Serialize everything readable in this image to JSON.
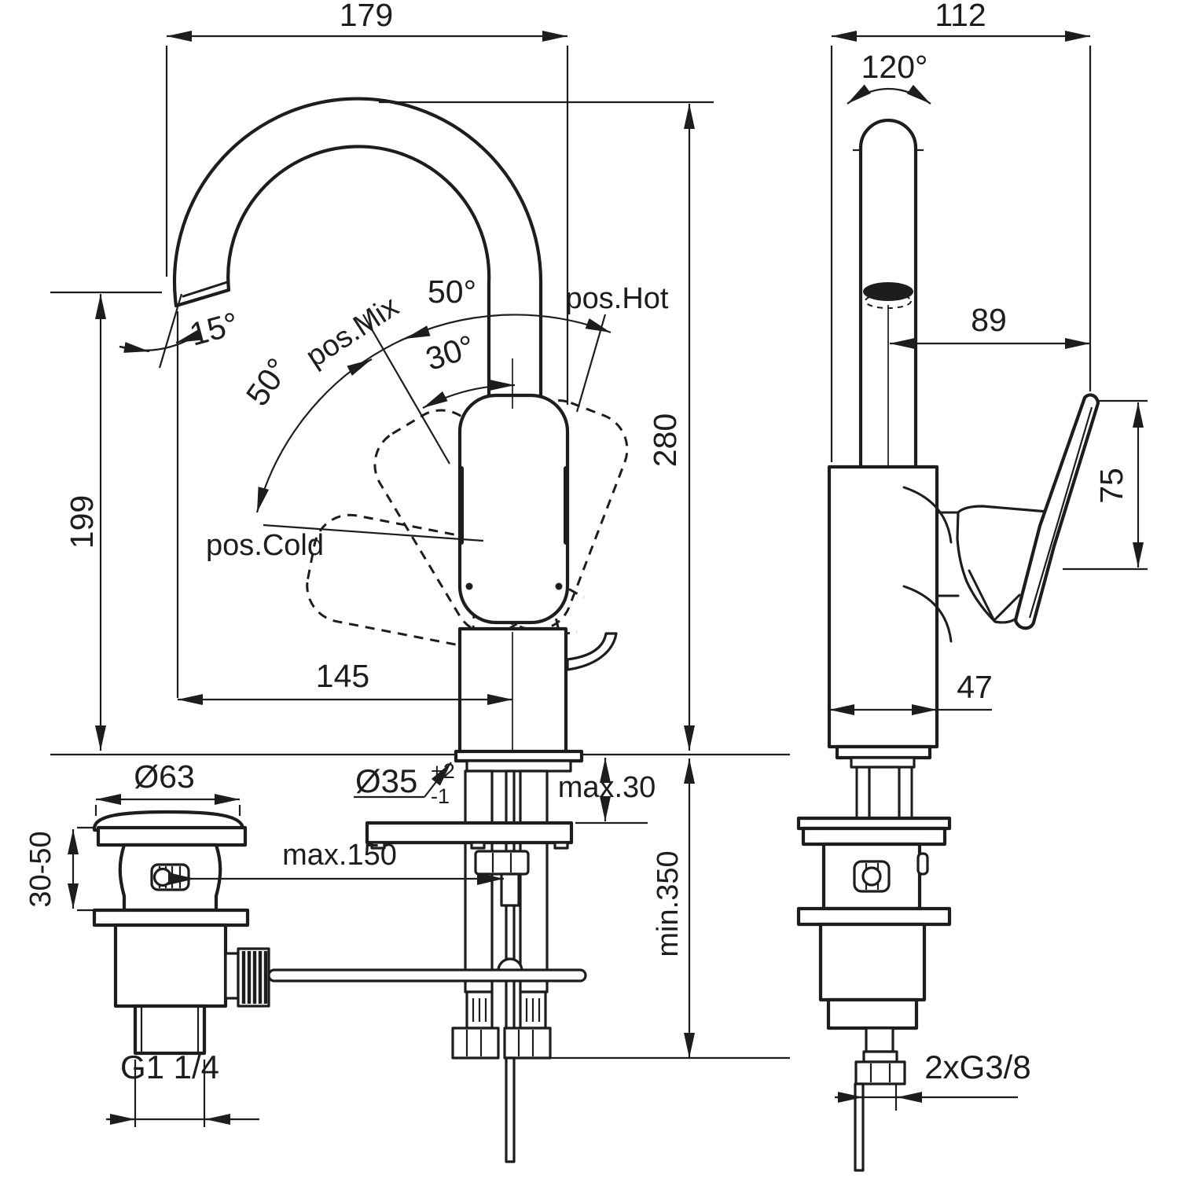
{
  "drawing": {
    "type": "technical-dimension-drawing",
    "subject": "single-lever basin mixer with high swivel spout and pop-up waste",
    "front_view": {
      "dims": {
        "overall_width": "179",
        "spout_height": "199",
        "total_height": "280",
        "spout_reach": "145",
        "spout_tilt_angle": "15°",
        "swivel_left_angle": "50°",
        "swivel_right_angle": "50°",
        "open_angle": "30°",
        "pos_mix": "pos.Mix",
        "pos_hot": "pos.Hot",
        "pos_cold": "pos.Cold",
        "hole_diameter": "Ø35",
        "hole_tol_plus": "+2",
        "hole_tol_minus": "-1",
        "deck_thickness_max": "max.30",
        "rod_distance_max": "max.150",
        "hose_length_min": "min.350"
      },
      "drain": {
        "cap_diameter": "Ø63",
        "clamp_range": "30-50",
        "outlet_thread": "G1 1/4"
      }
    },
    "side_view": {
      "dims": {
        "overall_depth": "112",
        "spout_swivel_angle": "120°",
        "spout_reach": "89",
        "lever_height": "75",
        "body_depth": "47",
        "hose_thread": "2xG3/8"
      }
    }
  },
  "colors": {
    "line": "#1d1d1b",
    "background": "#ffffff"
  }
}
